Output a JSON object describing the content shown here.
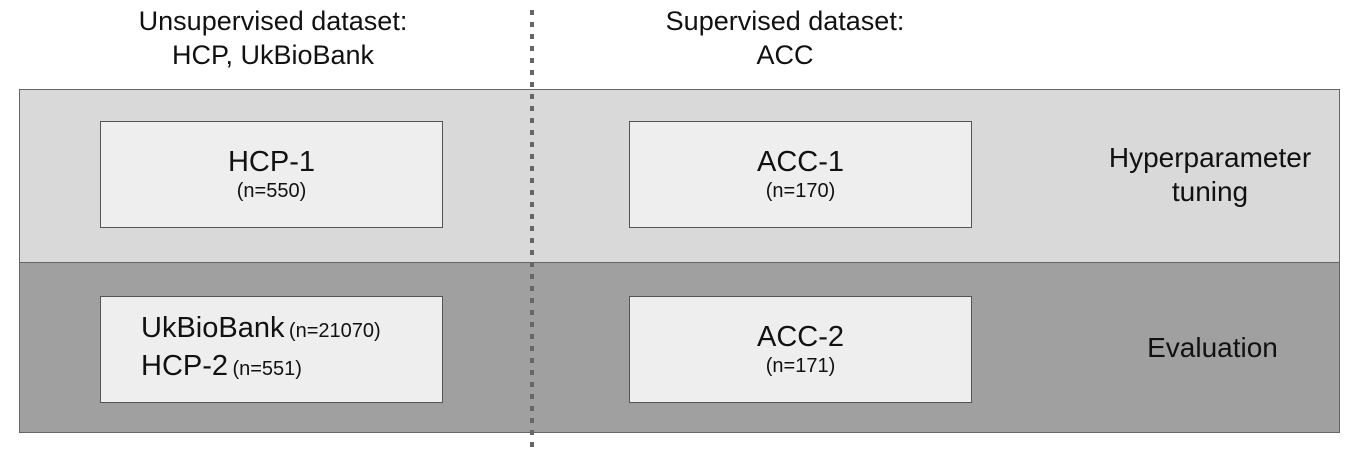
{
  "headers": {
    "unsupervised": "Unsupervised dataset:\nHCP, UkBioBank",
    "supervised": "Supervised dataset:\nACC"
  },
  "boxes": {
    "hcp1": {
      "label": "HCP-1",
      "count": "(n=550)"
    },
    "acc1": {
      "label": "ACC-1",
      "count": "(n=170)"
    },
    "acc2": {
      "label": "ACC-2",
      "count": "(n=171)"
    },
    "ukbiobank": {
      "label": "UkBioBank",
      "count": "(n=21070)"
    },
    "hcp2": {
      "label": "HCP-2",
      "count": "(n=551)"
    }
  },
  "stages": {
    "tuning": "Hyperparameter\ntuning",
    "evaluation": "Evaluation"
  },
  "colors": {
    "tuning_band": "#d9d9d9",
    "evaluation_band": "#a0a0a0",
    "box_fill": "#eeeeee"
  }
}
